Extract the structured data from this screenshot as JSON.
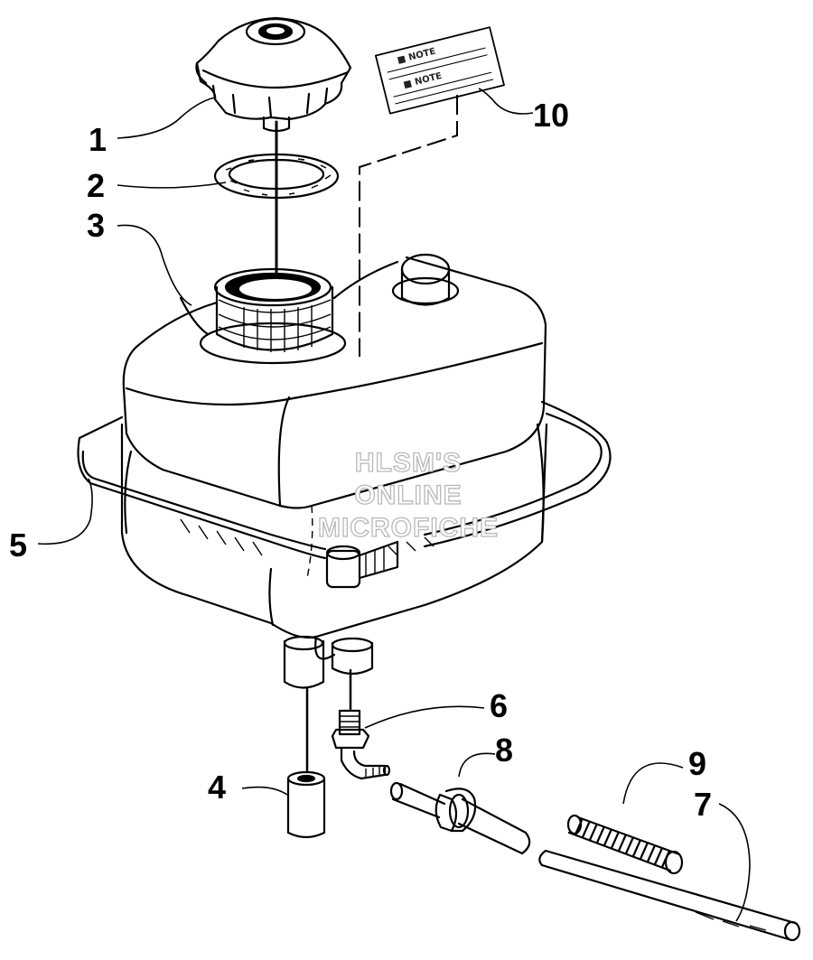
{
  "watermark": [
    "HLSM'S",
    "ONLINE",
    "MICROFICHE"
  ],
  "note_label": {
    "heading_1": "■ NOTE",
    "heading_2": "■ NOTE"
  },
  "callouts": [
    {
      "id": "1",
      "label": "1",
      "part": "cap"
    },
    {
      "id": "2",
      "label": "2",
      "part": "gasket"
    },
    {
      "id": "3",
      "label": "3",
      "part": "tank"
    },
    {
      "id": "4",
      "label": "4",
      "part": "plug"
    },
    {
      "id": "5",
      "label": "5",
      "part": "strap"
    },
    {
      "id": "6",
      "label": "6",
      "part": "fitting"
    },
    {
      "id": "7",
      "label": "7",
      "part": "hose"
    },
    {
      "id": "8",
      "label": "8",
      "part": "clamp"
    },
    {
      "id": "9",
      "label": "9",
      "part": "spring"
    },
    {
      "id": "10",
      "label": "10",
      "part": "label"
    }
  ]
}
